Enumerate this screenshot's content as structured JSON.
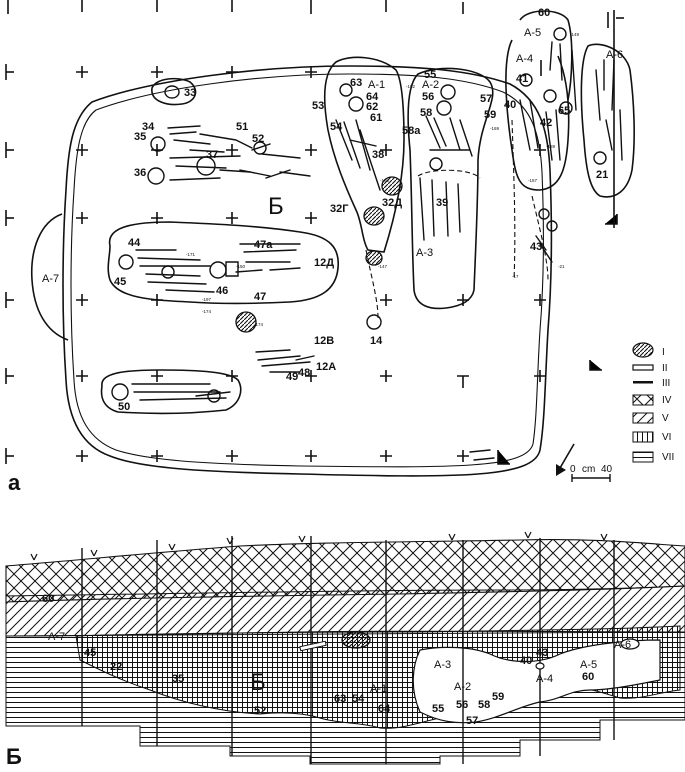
{
  "panel_a": {
    "label": "a",
    "central_area": "Б",
    "structures": [
      "А-1",
      "А-2",
      "А-3",
      "А-4",
      "А-5",
      "А-6",
      "А-7"
    ],
    "burials": [
      "60",
      "33",
      "34",
      "35",
      "36",
      "37",
      "51",
      "52",
      "63",
      "64",
      "62",
      "61",
      "53",
      "54",
      "38",
      "55",
      "56",
      "57",
      "58",
      "58а",
      "59",
      "39",
      "41",
      "40",
      "65",
      "42",
      "21",
      "32Г",
      "32Д",
      "43",
      "44",
      "47а",
      "12Д",
      "45",
      "46",
      "47",
      "14",
      "12В",
      "12А",
      "49",
      "48",
      "50"
    ],
    "depth_marks": [
      "-149",
      "-152",
      "-169",
      "-157",
      "-169",
      "-189",
      "-171",
      "-197",
      "-174",
      "-174",
      "-150",
      "-147",
      "-21",
      "-17"
    ],
    "scale": {
      "zero": "0",
      "unit": "cm",
      "value": "40"
    }
  },
  "legend": {
    "items": [
      {
        "numeral": "I",
        "symbol": "hatched-oval"
      },
      {
        "numeral": "II",
        "symbol": "open-bar"
      },
      {
        "numeral": "III",
        "symbol": "thick-line"
      },
      {
        "numeral": "IV",
        "symbol": "crosshatch"
      },
      {
        "numeral": "V",
        "symbol": "diagonal-hatch"
      },
      {
        "numeral": "VI",
        "symbol": "vertical-hatch"
      },
      {
        "numeral": "VII",
        "symbol": "horizontal-hatch"
      }
    ]
  },
  "panel_b": {
    "label": "Б",
    "central_area": "Б",
    "labels": [
      "60",
      "А-7",
      "45",
      "22",
      "35",
      "52",
      "63",
      "54",
      "А-1",
      "64",
      "55",
      "А-3",
      "А-2",
      "56",
      "58",
      "57",
      "59",
      "40",
      "43",
      "А-4",
      "А-5",
      "60",
      "А-6"
    ]
  }
}
